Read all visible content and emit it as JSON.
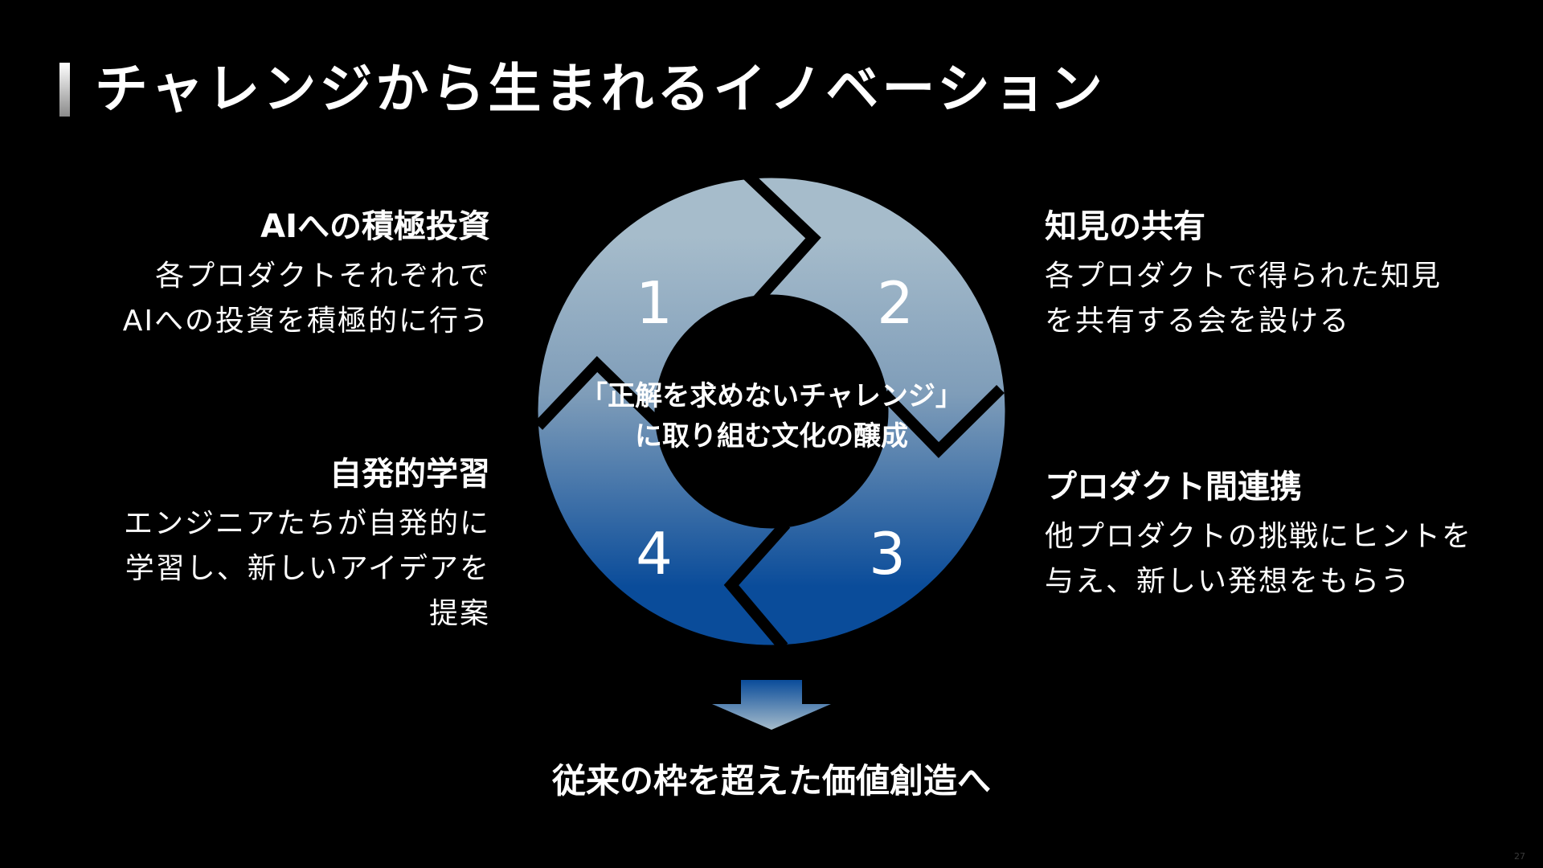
{
  "slide": {
    "title": "チャレンジから生まれるイノベーション",
    "page_number": "27"
  },
  "cycle": {
    "center_line1": "「正解を求めないチャレンジ」",
    "center_line2": "に取り組む文化の醸成",
    "segments": [
      {
        "number": "1",
        "heading": "AIへの積極投資",
        "body": [
          "各プロダクトそれぞれで",
          "AIへの投資を積極的に行う"
        ]
      },
      {
        "number": "2",
        "heading": "知見の共有",
        "body": [
          "各プロダクトで得られた知見",
          "を共有する会を設ける"
        ]
      },
      {
        "number": "3",
        "heading": "プロダクト間連携",
        "body": [
          "他プロダクトの挑戦にヒントを",
          "与え、新しい発想をもらう"
        ]
      },
      {
        "number": "4",
        "heading": "自発的学習",
        "body": [
          "エンジニアたちが自発的に",
          "学習し、新しいアイデアを",
          "提案"
        ]
      }
    ],
    "colors": {
      "ring_top": "#a6bccb",
      "ring_bottom": "#0a4c9a",
      "arrow_top": "#0a4c9a",
      "arrow_bottom": "#a6bccb",
      "background": "#000000"
    }
  },
  "conclusion": "従来の枠を超えた価値創造へ"
}
